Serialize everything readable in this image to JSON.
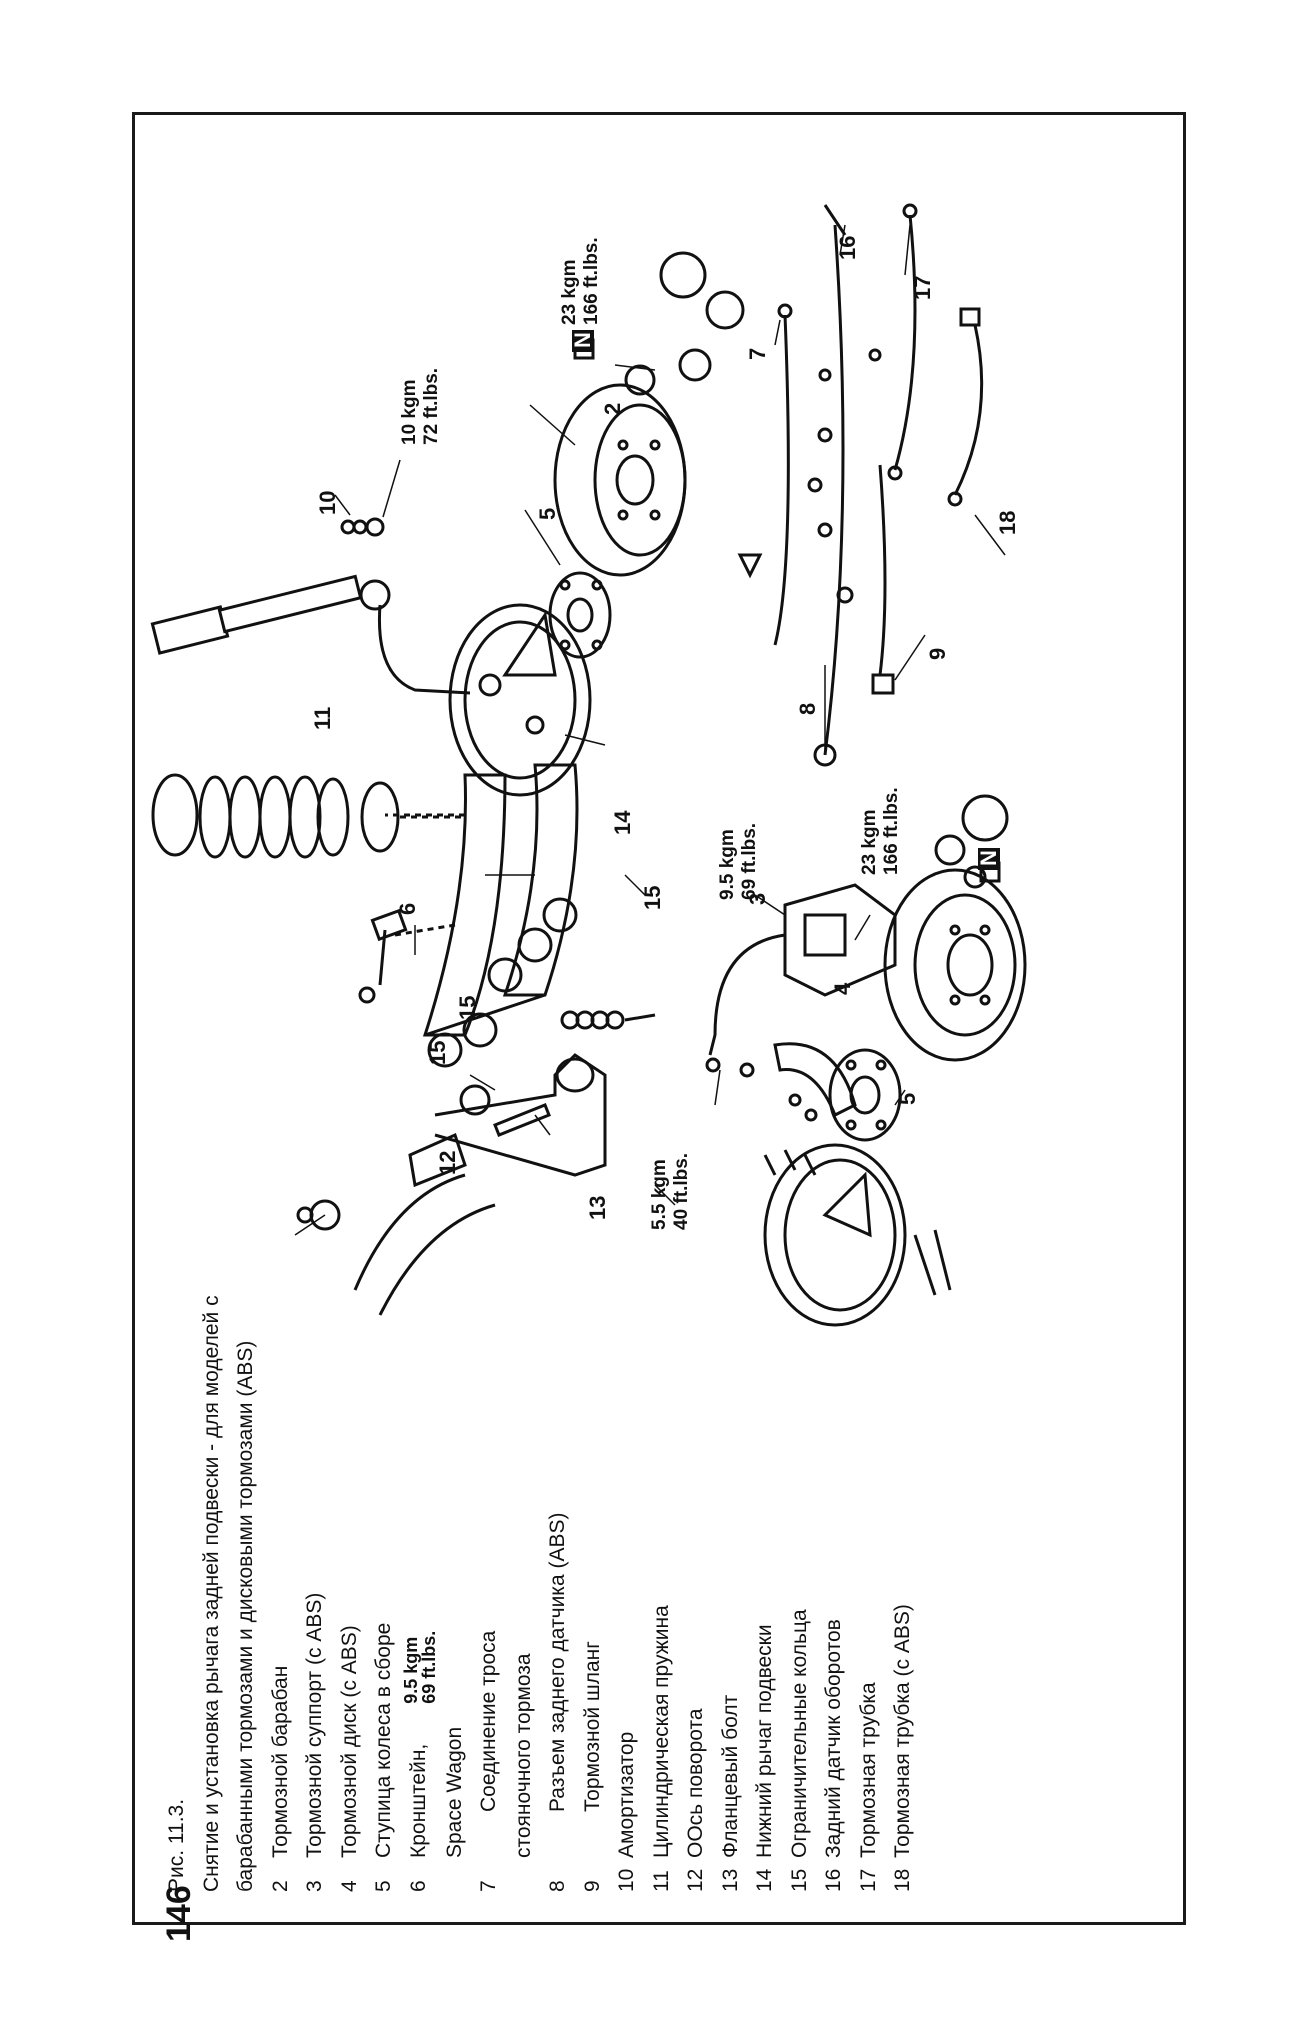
{
  "page_number": "146",
  "legend": {
    "caption_line1": "Рис. 11.3.",
    "caption_line2": "Снятие и установка рычага задней подвески - для моделей с",
    "caption_line3": "барабанными тормозами и дисковыми тормозами (ABS)",
    "items": [
      {
        "num": "2",
        "text": "Тормозной барабан"
      },
      {
        "num": "3",
        "text": "Тормозной суппорт (с ABS)"
      },
      {
        "num": "4",
        "text": "Тормозной диск (с ABS)"
      },
      {
        "num": "5",
        "text": "Ступица колеса в сборе"
      },
      {
        "num": "6",
        "text": "Кронштейн,"
      }
    ],
    "item6_line2": "Space Wagon",
    "item7_num": "7",
    "item7_text": "Соединение троса",
    "item7_line2": "стояночного тормоза",
    "item8_num": "8",
    "item8_text": "Разъем заднего датчика (ABS)",
    "item9_num": "9",
    "item9_text": "Тормозной шланг",
    "items_tail": [
      {
        "num": "10",
        "text": "Амортизатор"
      },
      {
        "num": "11",
        "text": "Цилиндрическая пружина"
      },
      {
        "num": "12",
        "text": "ООсь поворота"
      },
      {
        "num": "13",
        "text": "Фланцевый болт"
      },
      {
        "num": "14",
        "text": "Нижний рычаг подвески"
      },
      {
        "num": "15",
        "text": "Ограничительные кольца"
      },
      {
        "num": "16",
        "text": "Задний датчик оборотов"
      },
      {
        "num": "17",
        "text": "Тормозная трубка"
      },
      {
        "num": "18",
        "text": "Тормозная трубка (с ABS)"
      }
    ],
    "torque_item6_a": "9.5 kgm",
    "torque_item6_b": "69 ft.lbs."
  },
  "diagram": {
    "callouts": {
      "n2": "2",
      "n3": "3",
      "n4": "4",
      "n5a": "5",
      "n5b": "5",
      "n6": "6",
      "n7": "7",
      "n8": "8",
      "n9": "9",
      "n10": "10",
      "n11": "11",
      "n12": "12",
      "n13": "13",
      "n14": "14",
      "n15a": "15",
      "n15b": "15",
      "n15c": "15",
      "n16": "16",
      "n17": "17",
      "n18": "18",
      "nN1": "N",
      "nN2": "N"
    },
    "torques": {
      "t23a_1": "23 kgm",
      "t23a_2": "166 ft.lbs.",
      "t10_1": "10 kgm",
      "t10_2": "72 ft.lbs.",
      "t95_1": "9.5 kgm",
      "t95_2": "69 ft.lbs.",
      "t23b_1": "23 kgm",
      "t23b_2": "166 ft.lbs.",
      "t55_1": "5.5 kgm",
      "t55_2": "40 ft.lbs."
    }
  }
}
